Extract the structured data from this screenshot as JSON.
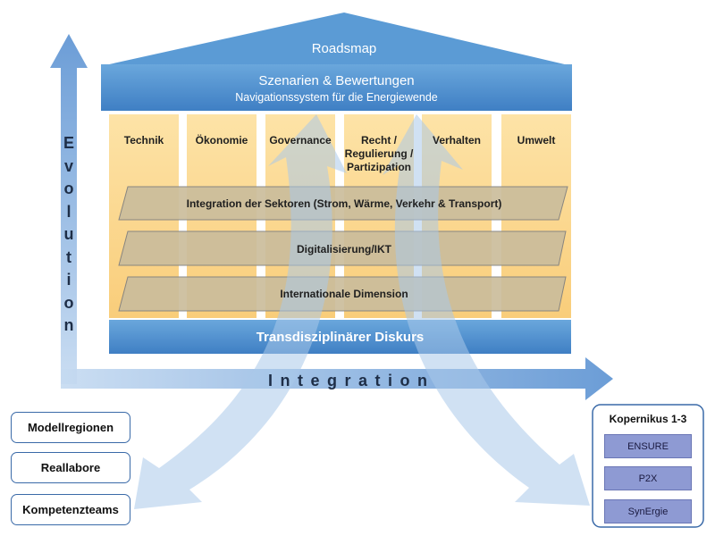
{
  "roof": {
    "title": "Roadsmap"
  },
  "header": {
    "title": "Szenarien & Bewertungen",
    "subtitle": "Navigationssystem für die Energiewende"
  },
  "pillars": [
    "Technik",
    "Ökonomie",
    "Governance",
    "Recht / Regulierung / Partizipation",
    "Verhalten",
    "Umwelt"
  ],
  "bands": [
    "Integration der Sektoren (Strom, Wärme, Verkehr & Transport)",
    "Digitalisierung/IKT",
    "Internationale Dimension"
  ],
  "base": {
    "title": "Transdisziplinärer Diskurs"
  },
  "axes": {
    "vertical": "Evolution",
    "horizontal": "Integration"
  },
  "left_boxes": [
    "Modellregionen",
    "Reallabore",
    "Kompetenzteams"
  ],
  "kopernikus": {
    "title": "Kopernikus 1-3",
    "items": [
      "ENSURE",
      "P2X",
      "SynErgie"
    ]
  },
  "colors": {
    "roof_blue": "#5b9bd5",
    "pillar_orange": "#fcd793",
    "band_tan": "#cfc2a3",
    "arrow_light_blue": "#a9c8ea",
    "item_purple": "#8e9ad3"
  }
}
